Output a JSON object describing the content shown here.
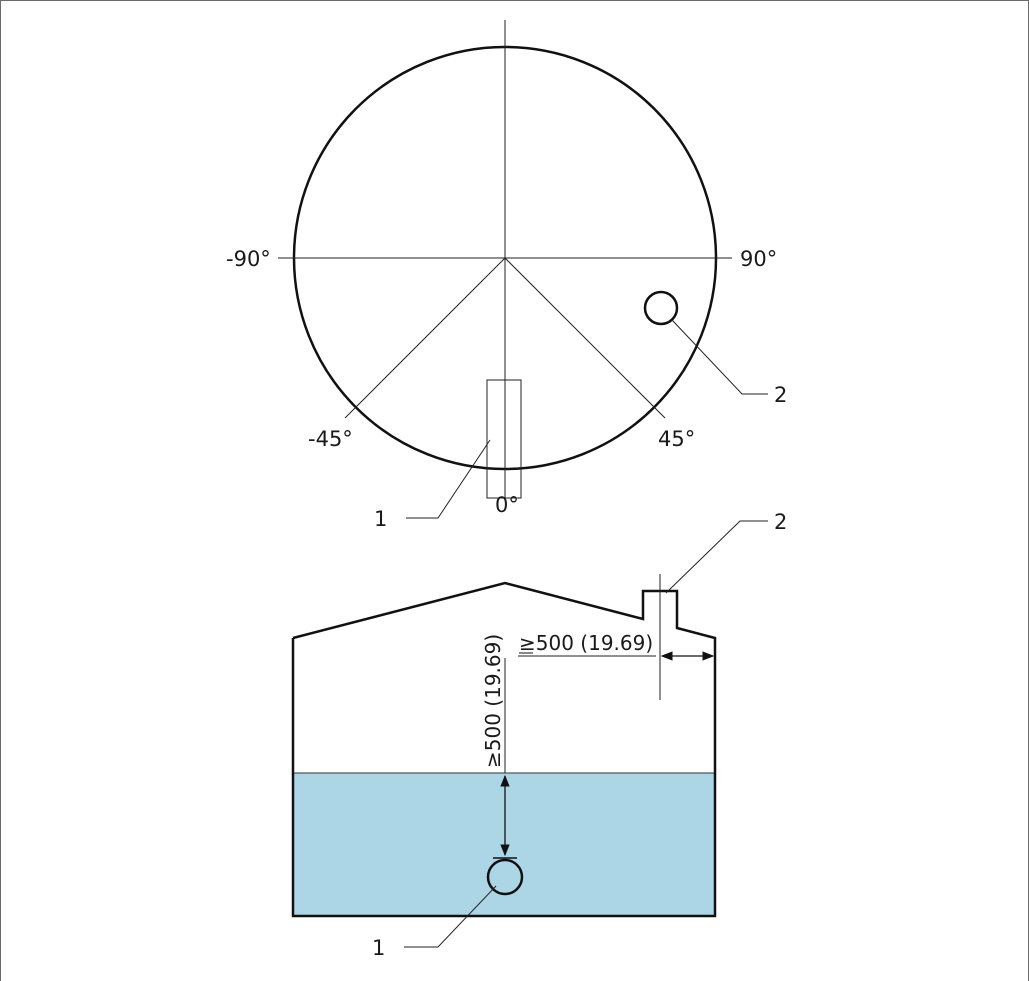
{
  "top_view": {
    "angles": {
      "minus_90": "-90°",
      "plus_90": "90°",
      "minus_45": "-45°",
      "plus_45": "45°",
      "zero": "0°"
    },
    "callout_1": "1",
    "callout_2": "2"
  },
  "side_view": {
    "callout_1": "1",
    "callout_2": "2",
    "dim_horizontal": "≥500 (19.69)",
    "dim_vertical": "≥500 (19.69)",
    "liquid_color": "#acd5e6"
  }
}
